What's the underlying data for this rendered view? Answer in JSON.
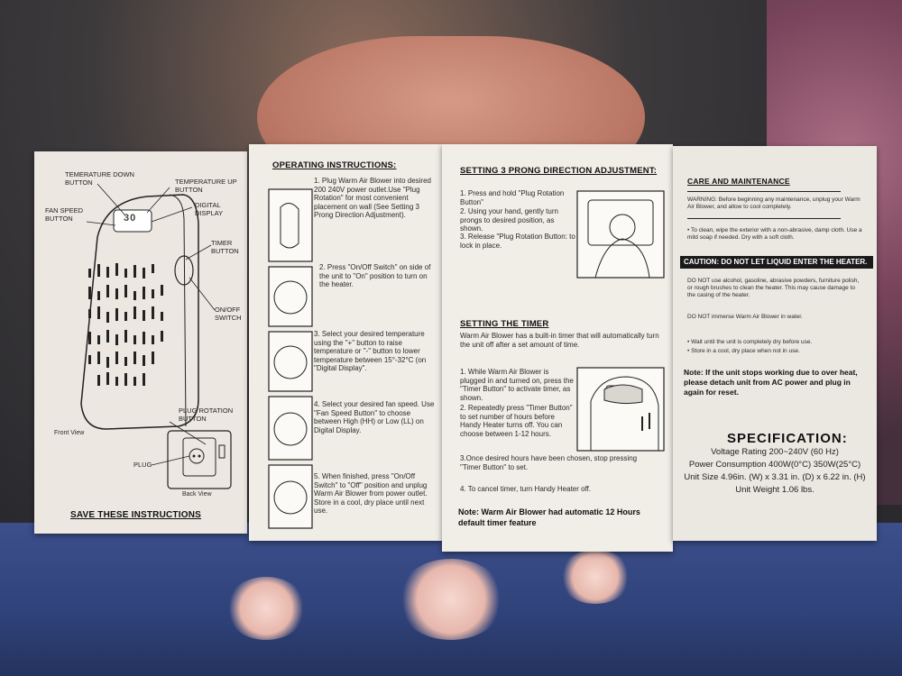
{
  "panel1": {
    "labels": {
      "temp_down": "TEMERATURE DOWN BUTTON",
      "temp_up": "TEMPERATURE UP BUTTON",
      "fan_speed": "FAN SPEED BUTTON",
      "digital_display": "DIGITAL DISPLAY",
      "timer": "TIMER BUTTON",
      "onoff": "ON/OFF SWITCH",
      "plug_rotation": "PLUG ROTATION BUTTON",
      "plug": "PLUG",
      "front_view": "Front View",
      "back_view": "Back View",
      "display_value": "30"
    },
    "save": "SAVE THESE INSTRUCTIONS"
  },
  "panel2": {
    "heading": "OPERATING INSTRUCTIONS:",
    "steps": [
      "1. Plug Warm Air Blower into desired 200 240V power outlet.Use \"Plug Rotation\" for most convenient placement on wall (See Setting 3 Prong Direction Adjustment).",
      "2. Press \"On/Off Switch\" on side of the unit to \"On\" position to turn on the heater.",
      "3. Select your desired temperature using the \"+\" button to raise temperature or \"-\" button to lower temperature between 15°-32°C (on \"Digital Display\".",
      "4. Select your desired fan speed. Use \"Fan Speed Button\" to choose between High (HH) or Low (LL) on Digital Display.",
      "5. When finished, press \"On/Off Switch\" to \"Off\" position and unplug Warm Air Blower from power outlet. Store in a cool, dry place until next use."
    ]
  },
  "panel3": {
    "heading1": "SETTING 3 PRONG DIRECTION ADJUSTMENT:",
    "prong_steps": [
      "1. Press and hold \"Plug Rotation Button\"",
      "2. Using your hand, gently turn prongs to desired position, as shown.",
      "3. Release \"Plug Rotation Button: to lock in place."
    ],
    "heading2": "SETTING THE TIMER",
    "timer_intro": "Warm Air Blower has a built-in timer that will automatically turn the unit off after a set amount of time.",
    "timer_steps": [
      "1. While Warm Air Blower is plugged in and turned on, press the \"Timer Button\" to activate timer, as shown.",
      "2. Repeatedly press \"Timer Button\" to set number of hours before Handy Heater turns off. You can choose between 1-12 hours.",
      "3.Once desired hours have been chosen, stop pressing \"Timer Button\" to set.",
      "4. To cancel timer, turn Handy Heater off."
    ],
    "note": "Note: Warm Air Blower had automatic 12 Hours default timer feature"
  },
  "panel4": {
    "heading": "CARE AND MAINTENANCE",
    "warning": "WARNING: Before beginning any maintenance, unplug your Warm Air Blower, and allow to cool completely.",
    "clean": "• To clean, wipe the exterior with a non-abrasive, damp cloth. Use a mild soap if needed. Dry with a soft cloth.",
    "caution": "CAUTION: DO NOT LET LIQUID ENTER THE HEATER.",
    "donot1": "DO NOT use alcohol, gasoline, abrasive powders, furniture polish, or rough brushes to clean the heater. This may cause damage to the casing of the heater.",
    "donot2": "DO NOT immerse Warm Air Blower in water.",
    "wait": "• Wait until the unit is completely dry before use.",
    "store": "• Store in a cool, dry place when not in use.",
    "note": "Note: If the unit stops working due to over heat, please detach unit from AC power and plug in again for reset.",
    "spec_title": "SPECIFICATION:",
    "specs": [
      "Voltage Rating 200~240V (60 Hz)",
      "Power Consumption 400W(0°C) 350W(25°C)",
      "Unit Size 4.96in. (W) x 3.31 in. (D) x 6.22 in. (H)",
      "Unit Weight 1.06 lbs."
    ]
  }
}
